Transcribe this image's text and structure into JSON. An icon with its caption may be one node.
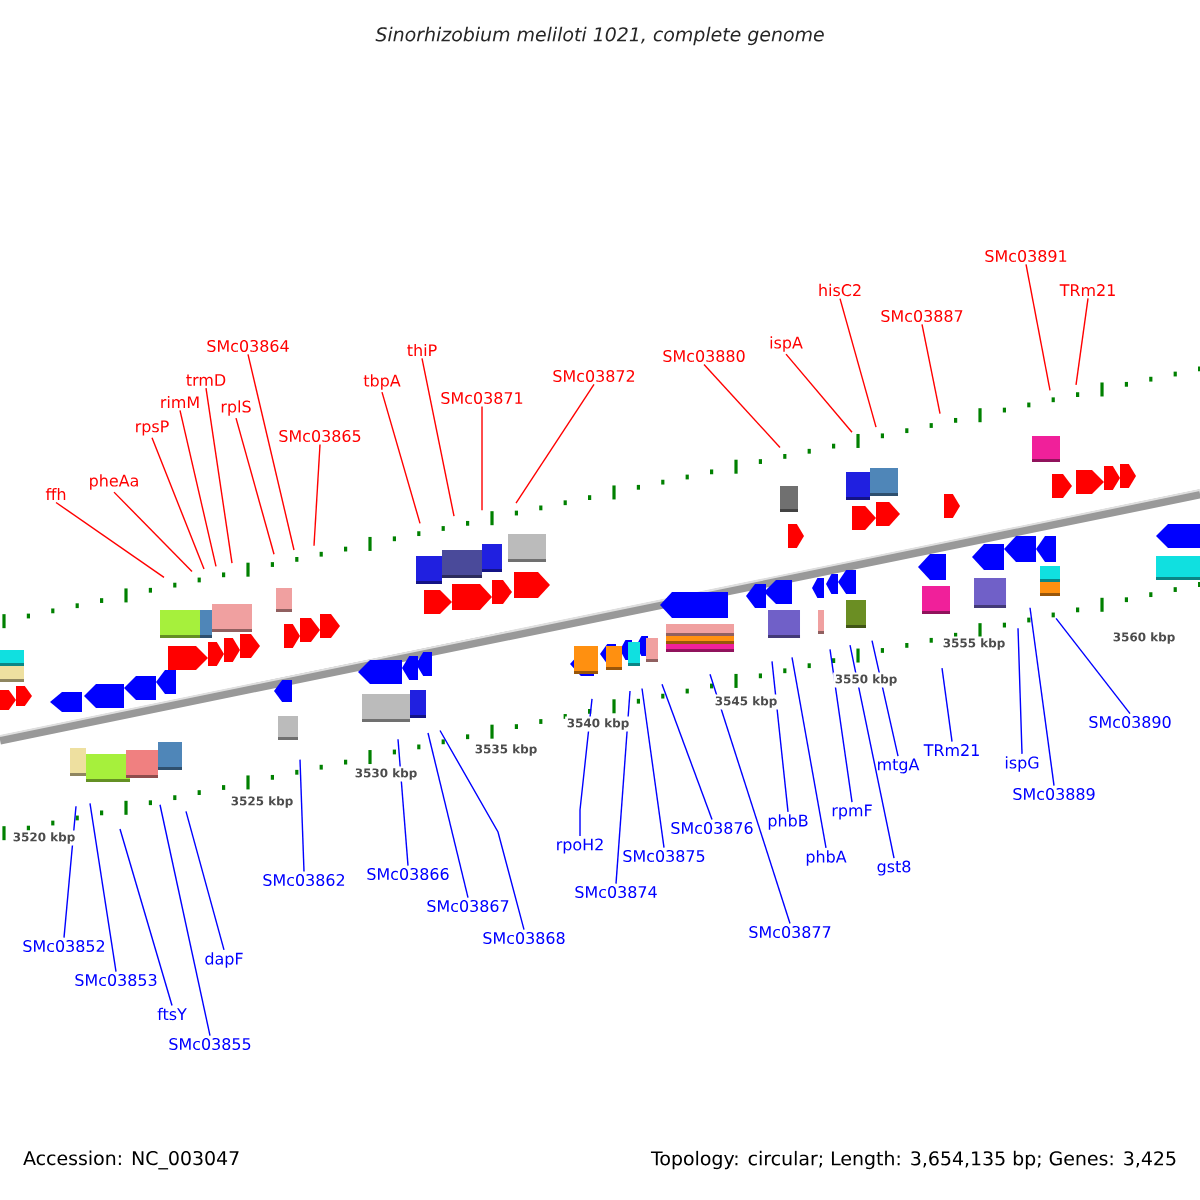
{
  "diagram": {
    "title": "Sinorhizobium meliloti 1021, complete genome",
    "nodes": [
      {
        "text": [
          "ffh"
        ]
      },
      {
        "text": [
          "pheAa"
        ]
      },
      {
        "text": [
          "rpsP"
        ]
      },
      {
        "text": [
          "rimM"
        ]
      },
      {
        "text": [
          "trmD"
        ]
      },
      {
        "text": [
          "SMc03864"
        ]
      },
      {
        "text": [
          "rplS"
        ]
      },
      {
        "text": [
          "SMc03865"
        ]
      },
      {
        "text": [
          "tbpA"
        ]
      },
      {
        "text": [
          "thiP"
        ]
      },
      {
        "text": [
          "SMc03871"
        ]
      },
      {
        "text": [
          "SMc03872"
        ]
      },
      {
        "text": [
          "SMc03880"
        ]
      },
      {
        "text": [
          "ispA"
        ]
      },
      {
        "text": [
          "hisC2"
        ]
      },
      {
        "text": [
          "SMc03887"
        ]
      },
      {
        "text": [
          "SMc03891"
        ]
      },
      {
        "text": [
          "TRm21"
        ]
      },
      {
        "text": [
          "SMc03852"
        ]
      },
      {
        "text": [
          "SMc03853"
        ]
      },
      {
        "text": [
          "ftsY"
        ]
      },
      {
        "text": [
          "SMc03855"
        ]
      },
      {
        "text": [
          "dapF"
        ]
      },
      {
        "text": [
          "SMc03862"
        ]
      },
      {
        "text": [
          "SMc03866"
        ]
      },
      {
        "text": [
          "SMc03867"
        ]
      },
      {
        "text": [
          "SMc03868"
        ]
      },
      {
        "text": [
          "rpoH2"
        ]
      },
      {
        "text": [
          "SMc03876"
        ]
      },
      {
        "text": [
          "SMc03875"
        ]
      },
      {
        "text": [
          "SMc03874"
        ]
      },
      {
        "text": [
          "SMc03877"
        ]
      },
      {
        "text": [
          "phbB"
        ]
      },
      {
        "text": [
          "phbA"
        ]
      },
      {
        "text": [
          "rpmF"
        ]
      },
      {
        "text": [
          "gst8"
        ]
      },
      {
        "text": [
          "mtgA"
        ]
      },
      {
        "text": [
          "TRm21"
        ]
      },
      {
        "text": [
          "ispG"
        ]
      },
      {
        "text": [
          "SMc03889"
        ]
      },
      {
        "text": [
          "SMc03890"
        ]
      }
    ],
    "edges": [
      {
        "from": 0,
        "to": null,
        "arrow": "none",
        "color": "#ff0000"
      },
      {
        "from": 1,
        "to": null,
        "arrow": "none",
        "color": "#ff0000"
      },
      {
        "from": 2,
        "to": null,
        "arrow": "none",
        "color": "#ff0000"
      },
      {
        "from": 3,
        "to": null,
        "arrow": "none",
        "color": "#ff0000"
      },
      {
        "from": 4,
        "to": null,
        "arrow": "none",
        "color": "#ff0000"
      },
      {
        "from": 5,
        "to": null,
        "arrow": "none",
        "color": "#ff0000"
      },
      {
        "from": 6,
        "to": null,
        "arrow": "none",
        "color": "#ff0000"
      },
      {
        "from": 7,
        "to": null,
        "arrow": "none",
        "color": "#ff0000"
      },
      {
        "from": 8,
        "to": null,
        "arrow": "none",
        "color": "#ff0000"
      },
      {
        "from": 9,
        "to": null,
        "arrow": "none",
        "color": "#ff0000"
      },
      {
        "from": 10,
        "to": null,
        "arrow": "none",
        "color": "#ff0000"
      },
      {
        "from": 11,
        "to": null,
        "arrow": "none",
        "color": "#ff0000"
      },
      {
        "from": 12,
        "to": null,
        "arrow": "none",
        "color": "#ff0000"
      },
      {
        "from": 13,
        "to": null,
        "arrow": "none",
        "color": "#ff0000"
      },
      {
        "from": 14,
        "to": null,
        "arrow": "none",
        "color": "#ff0000"
      },
      {
        "from": 15,
        "to": null,
        "arrow": "none",
        "color": "#ff0000"
      },
      {
        "from": 16,
        "to": null,
        "arrow": "none",
        "color": "#ff0000"
      },
      {
        "from": 17,
        "to": null,
        "arrow": "none",
        "color": "#ff0000"
      },
      {
        "from": 18,
        "to": null,
        "arrow": "none"
      },
      {
        "from": 19,
        "to": null,
        "arrow": "none"
      },
      {
        "from": 20,
        "to": null,
        "arrow": "none"
      },
      {
        "from": 21,
        "to": null,
        "arrow": "none"
      },
      {
        "from": 22,
        "to": null,
        "arrow": "none"
      },
      {
        "from": 23,
        "to": null,
        "arrow": "none"
      },
      {
        "from": 24,
        "to": null,
        "arrow": "none"
      },
      {
        "from": 25,
        "to": null,
        "arrow": "none"
      },
      {
        "from": 26,
        "to": null,
        "arrow": "none"
      },
      {
        "from": 27,
        "to": null,
        "arrow": "none"
      },
      {
        "from": 28,
        "to": null,
        "arrow": "none"
      },
      {
        "from": 29,
        "to": null,
        "arrow": "none"
      },
      {
        "from": 30,
        "to": null,
        "arrow": "none"
      },
      {
        "from": 31,
        "to": null,
        "arrow": "none"
      },
      {
        "from": 32,
        "to": null,
        "arrow": "none"
      },
      {
        "from": 33,
        "to": null,
        "arrow": "none"
      },
      {
        "from": 34,
        "to": null,
        "arrow": "none"
      },
      {
        "from": 35,
        "to": null,
        "arrow": "none"
      },
      {
        "from": 36,
        "to": null,
        "arrow": "none"
      },
      {
        "from": 37,
        "to": null,
        "arrow": "none"
      },
      {
        "from": 38,
        "to": null,
        "arrow": "none"
      },
      {
        "from": 39,
        "to": null,
        "arrow": "none"
      },
      {
        "from": 40,
        "to": null,
        "arrow": "none"
      }
    ],
    "labels": [
      "3520 kbp",
      "3525 kbp",
      "3530 kbp",
      "3535 kbp",
      "3540 kbp",
      "3545 kbp",
      "3550 kbp",
      "3555 kbp",
      "3560 kbp",
      "Accession: NC_003047",
      "Topology: circular; Length: 3,654,135 bp; Genes: 3,425"
    ]
  }
}
